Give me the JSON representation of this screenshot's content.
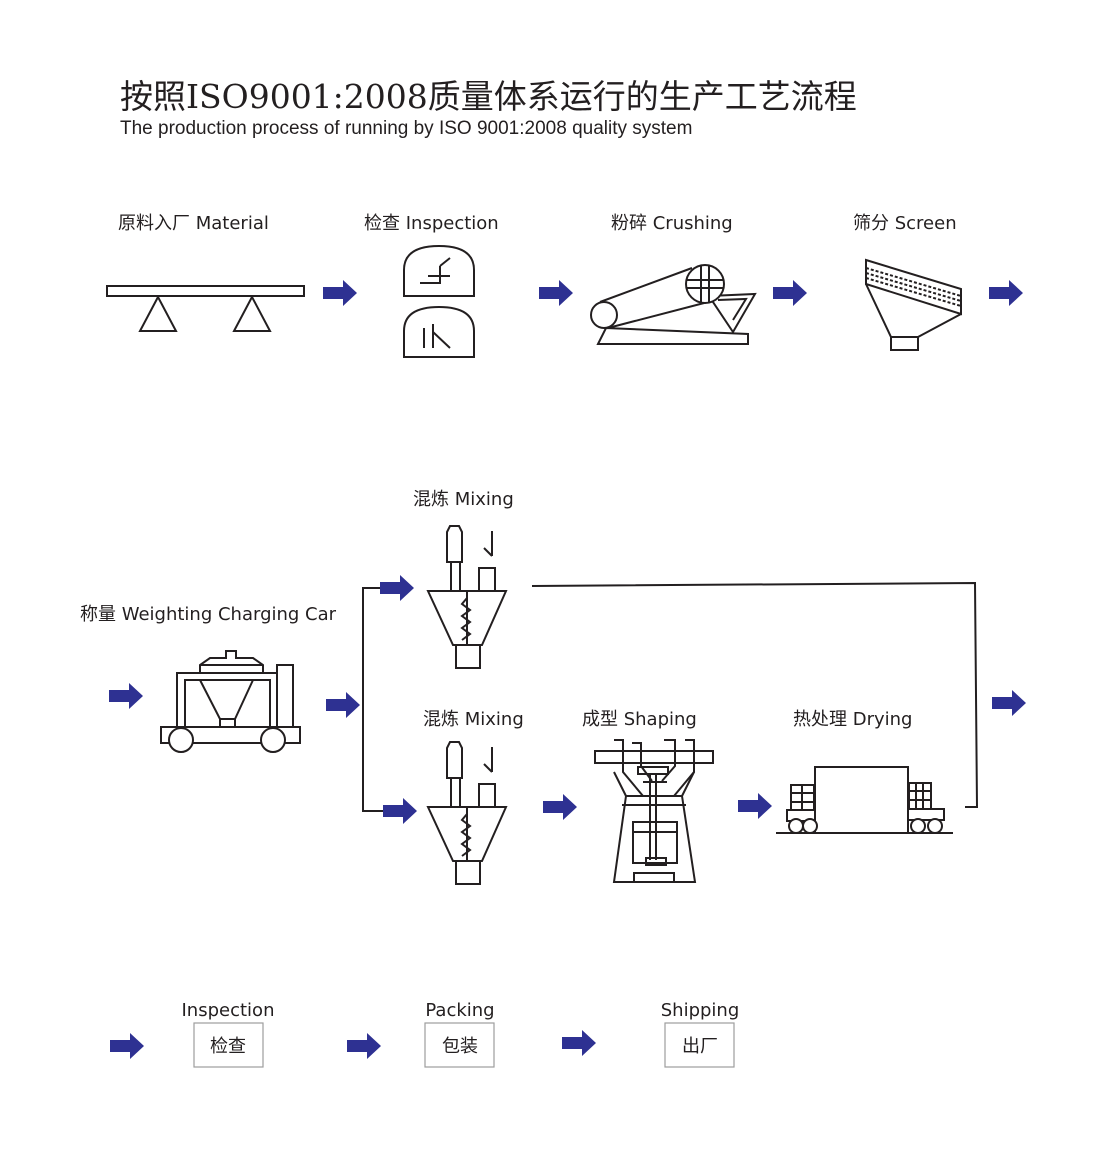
{
  "title": "按照ISO9001:2008质量体系运行的生产工艺流程",
  "subtitle": "The production process of running by ISO 9001:2008 quality system",
  "colors": {
    "arrow": "#2e3192",
    "line": "#231f20"
  },
  "steps": {
    "material": "原料入厂  Material",
    "inspection1": "检查  Inspection",
    "crushing": "粉碎  Crushing",
    "screen": "筛分  Screen",
    "mixing_top": "混炼  Mixing",
    "weighting": "称量   Weighting Charging Car",
    "mixing_bottom": "混炼  Mixing",
    "shaping": "成型   Shaping",
    "drying": "热处理   Drying"
  },
  "final_steps": [
    {
      "en": "Inspection",
      "cn": "检查"
    },
    {
      "en": "Packing",
      "cn": "包装"
    },
    {
      "en": "Shipping",
      "cn": "出厂"
    }
  ]
}
